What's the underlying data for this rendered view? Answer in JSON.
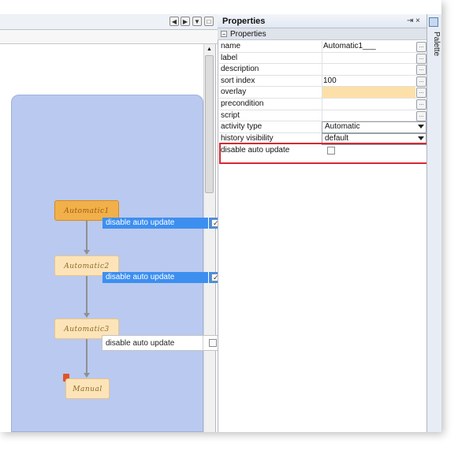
{
  "editor": {
    "nodes": [
      {
        "label": "Automatic1",
        "state": "active"
      },
      {
        "label": "Automatic2",
        "state": "inactive"
      },
      {
        "label": "Automatic3",
        "state": "inactive"
      },
      {
        "label": "Manual",
        "state": "inactive"
      }
    ],
    "overlay_rows": [
      {
        "label": "disable auto update",
        "checked": true,
        "style": "selected"
      },
      {
        "label": "disable auto update",
        "checked": true,
        "style": "selected"
      },
      {
        "label": "disable auto update",
        "checked": false,
        "style": "normal"
      }
    ],
    "nav": {
      "prev": "◀",
      "next": "▶",
      "menu": "▼",
      "maximize": "□"
    }
  },
  "properties": {
    "title": "Properties",
    "section": "Properties",
    "section_toggle": "−",
    "dots": "...",
    "rows": [
      {
        "key": "name",
        "value": "Automatic1___"
      },
      {
        "key": "label",
        "value": ""
      },
      {
        "key": "description",
        "value": ""
      },
      {
        "key": "sort index",
        "value": "100"
      },
      {
        "key": "overlay",
        "value": ""
      },
      {
        "key": "precondition",
        "value": ""
      },
      {
        "key": "script",
        "value": ""
      },
      {
        "key": "activity type",
        "value": "Automatic"
      },
      {
        "key": "history visibility",
        "value": "default"
      },
      {
        "key": "disable auto update",
        "value": ""
      }
    ],
    "overlay_color": "#fde0a8",
    "header_icons": "⇥ ×"
  },
  "palette": {
    "label": "Palette"
  },
  "colors": {
    "highlight": "#d42a32",
    "selection": "#3d8fef",
    "canvas": "#b9c9f0"
  }
}
